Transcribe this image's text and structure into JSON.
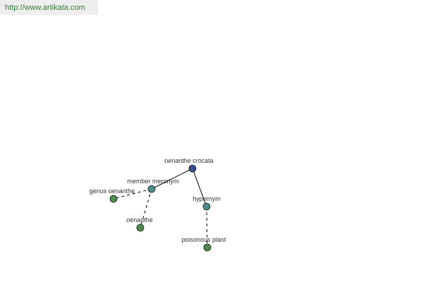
{
  "header": {
    "url": "http://www.artikata.com"
  },
  "colors": {
    "root_node": "#3d4b8c",
    "relation_node": "#4d8a8a",
    "leaf_node": "#4e8a4e",
    "edge": "#000000",
    "url_text": "#3c7a3c"
  },
  "graph": {
    "nodes": [
      {
        "id": "root",
        "label": "oenanthe crocata",
        "kind": "root"
      },
      {
        "id": "member-meronym",
        "label": "member meronym",
        "kind": "relation"
      },
      {
        "id": "hypernym",
        "label": "hypernym",
        "kind": "relation"
      },
      {
        "id": "genus-oenanthe",
        "label": "genus oenanthe",
        "kind": "leaf"
      },
      {
        "id": "oenanthe",
        "label": "oenanthe",
        "kind": "leaf"
      },
      {
        "id": "poisonous-plant",
        "label": "poisonous plant",
        "kind": "leaf"
      }
    ],
    "edges": [
      {
        "from": "root",
        "to": "member-meronym",
        "style": "solid"
      },
      {
        "from": "root",
        "to": "hypernym",
        "style": "solid"
      },
      {
        "from": "member-meronym",
        "to": "genus-oenanthe",
        "style": "dashed"
      },
      {
        "from": "member-meronym",
        "to": "oenanthe",
        "style": "dashed"
      },
      {
        "from": "hypernym",
        "to": "poisonous-plant",
        "style": "dashed"
      }
    ]
  }
}
